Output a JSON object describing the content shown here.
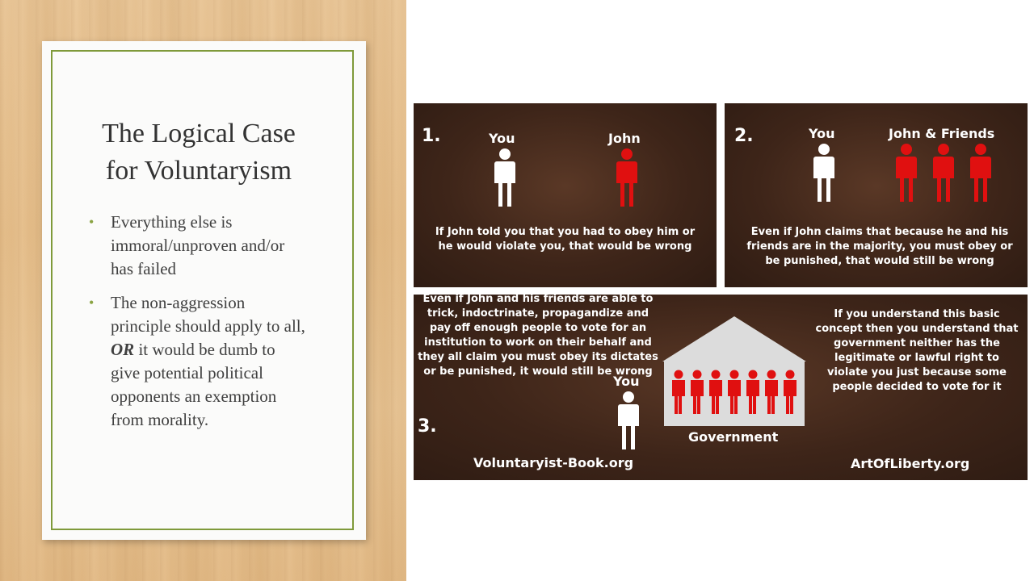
{
  "slide": {
    "title_line1": "The Logical Case",
    "title_line2": "for Voluntaryism",
    "bullets": [
      {
        "text": "Everything else is immoral/unproven and/or has failed"
      },
      {
        "pre": " The non-aggression principle should apply to all, ",
        "emph": "OR",
        "post": " it would be dumb to give potential political opponents an exemption from morality."
      }
    ]
  },
  "infographic": {
    "panel1": {
      "number": "1.",
      "you_label": "You",
      "john_label": "John",
      "caption": "If John told you that you had to obey him or he would violate you, that would be wrong"
    },
    "panel2": {
      "number": "2.",
      "you_label": "You",
      "john_label": "John & Friends",
      "caption": "Even if John claims that because he and his friends are in the majority, you must obey or be punished, that would still be wrong"
    },
    "panel3": {
      "number": "3.",
      "left_caption": "Even if John and his friends are able to trick, indoctrinate, propagandize and pay off enough people to vote for an institution to work on their behalf and they all claim you must obey its dictates or be punished, it would still be wrong",
      "you_label": "You",
      "gov_label": "Government",
      "right_caption": "If you understand this basic concept then you understand that government neither has the legitimate or lawful right to violate you just because some people decided to vote for it",
      "site_left": "Voluntaryist-Book.org",
      "site_right": "ArtOfLiberty.org"
    },
    "colors": {
      "red_figure": "#e01010",
      "white_figure": "#ffffff",
      "panel_bg": "#3e2519",
      "house": "#dcdcdc"
    }
  }
}
